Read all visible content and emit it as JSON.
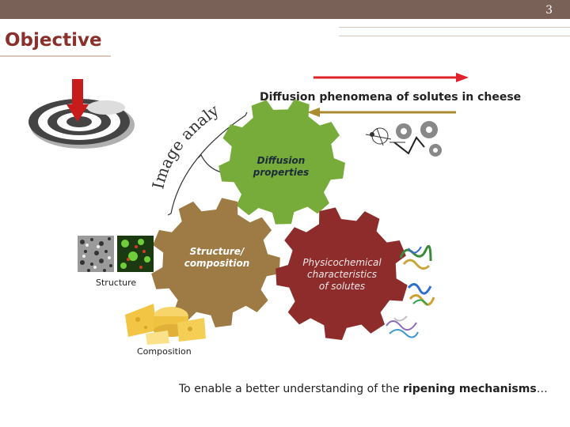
{
  "header": {
    "page_number": "3",
    "title": "Objective"
  },
  "diagram": {
    "diffusion_phenomena": "Diffusion phenomena of solutes in cheese",
    "image_analysis": "Image analysis",
    "gear_diffusion": [
      "Diffusion",
      "properties"
    ],
    "gear_structure": [
      "Structure/",
      "composition"
    ],
    "gear_physchem": [
      "Physicochemical",
      "characteristics",
      "of solutes"
    ],
    "label_structure": "Structure",
    "label_composition": "Composition"
  },
  "footer": {
    "text_before": "To enable a better understanding of the ",
    "text_bold": "ripening mechanisms",
    "text_after": "…"
  },
  "colors": {
    "header_bar": "#7a6157",
    "title": "#8b2f2b",
    "gear_diffusion": "#77ac3a",
    "gear_structure": "#9e7a45",
    "gear_physchem": "#8e2b2b",
    "arrow_right": "#e0232a",
    "arrow_left": "#a98a2e"
  },
  "icons": [
    "target-icon",
    "red-arrow-icon",
    "molecule-icon",
    "gears-icon",
    "protein-icon",
    "cheese-icon",
    "micrograph-icon"
  ]
}
